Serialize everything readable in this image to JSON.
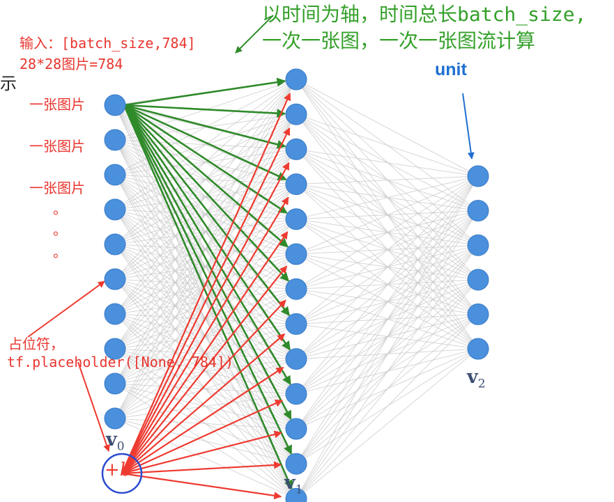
{
  "annotations": {
    "input_line1": "输入：[batch_size,784]",
    "input_line2": "28*28图片=784",
    "image_labels": [
      "一张图片",
      "一张图片",
      "一张图片"
    ],
    "dots": [
      "。",
      "。",
      "。"
    ],
    "placeholder_line1": "占位符，",
    "placeholder_line2": "tf.placeholder([None, 784])",
    "time_axis_line1": "以时间为轴，时间总长batch_size,",
    "time_axis_line2": "一次一张图，一次一张图流计算",
    "unit_label": "unit",
    "bias_label": "+b",
    "left_edge_char": "示"
  },
  "layers": {
    "v0": {
      "label": "v",
      "sub": "0",
      "node_count": 10
    },
    "v1": {
      "label": "v",
      "sub": "1",
      "node_count": 13
    },
    "v2": {
      "label": "v",
      "sub": "2",
      "node_count": 6
    }
  },
  "colors": {
    "node": "#4a90dc",
    "node_stroke": "#3a7bc8",
    "connection": "#c8c8c8",
    "green_arrow": "#2f8a2a",
    "red_arrow": "#ee3a30",
    "blue_annotation": "#1f6fd1",
    "bias_circle": "#2a4bd0"
  }
}
